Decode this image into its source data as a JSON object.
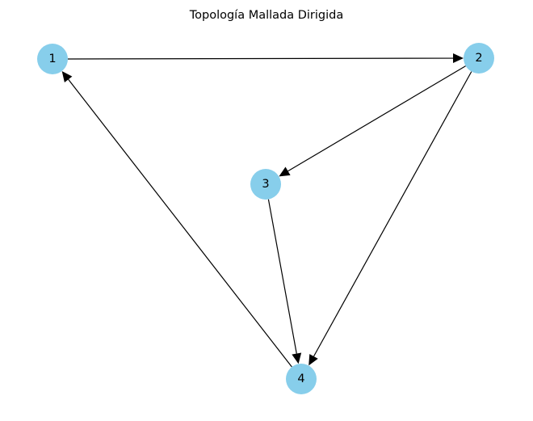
{
  "title": "Topología Mallada Dirigida",
  "colors": {
    "node_fill": "#87ceeb",
    "edge": "#000000",
    "text": "#000000",
    "background": "#ffffff"
  },
  "nodes": [
    {
      "id": "1",
      "label": "1"
    },
    {
      "id": "2",
      "label": "2"
    },
    {
      "id": "3",
      "label": "3"
    },
    {
      "id": "4",
      "label": "4"
    }
  ],
  "edges": [
    {
      "from": "1",
      "to": "2"
    },
    {
      "from": "2",
      "to": "3"
    },
    {
      "from": "2",
      "to": "4"
    },
    {
      "from": "3",
      "to": "4"
    },
    {
      "from": "4",
      "to": "1"
    }
  ]
}
